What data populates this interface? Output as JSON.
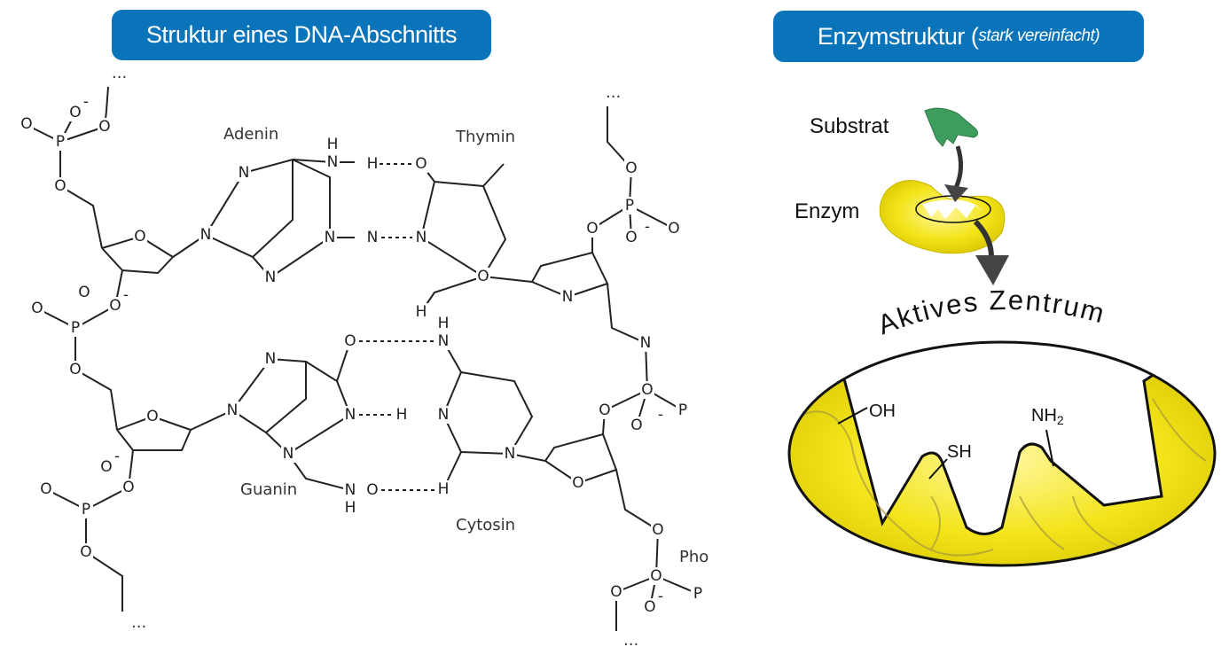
{
  "left_title": "Struktur eines DNA-Abschnitts",
  "right_title": {
    "main": "Enzymstruktur (",
    "italic": "stark vereinfacht)"
  },
  "dna": {
    "bases": {
      "adenin": "Adenin",
      "thymin": "Thymin",
      "guanin": "Guanin",
      "cytosin": "Cytosin"
    },
    "phosphate_label": "Pho",
    "ellipsis": "...",
    "atom_symbols": [
      "O",
      "O",
      "P",
      "O",
      "O",
      "O",
      "N",
      "N",
      "N",
      "N",
      "N",
      "H",
      "O",
      "N",
      "H",
      "O",
      "N",
      "O",
      "O",
      "P",
      "O",
      "O",
      "O",
      "O",
      "P",
      "O",
      "O",
      "O",
      "N",
      "N",
      "O",
      "N",
      "N",
      "N",
      "H",
      "N",
      "H",
      "N",
      "H",
      "N",
      "O",
      "N",
      "O",
      "P",
      "O",
      "O",
      "O",
      "O",
      "P",
      "O",
      "O",
      "O",
      "O",
      "P",
      "O",
      "O",
      "O",
      "H",
      "N",
      "H"
    ],
    "charge": "-"
  },
  "enzyme": {
    "substrate_label": "Substrat",
    "enzyme_label": "Enzym",
    "active_site_label": "Aktives Zentrum",
    "groups": {
      "oh": "OH",
      "sh": "SH",
      "nh2": "NH",
      "nh2_sub": "2"
    },
    "colors": {
      "substrate": "#3f9c5f",
      "enzyme": "#f2e418",
      "title_bg": "#0a74bb"
    }
  }
}
